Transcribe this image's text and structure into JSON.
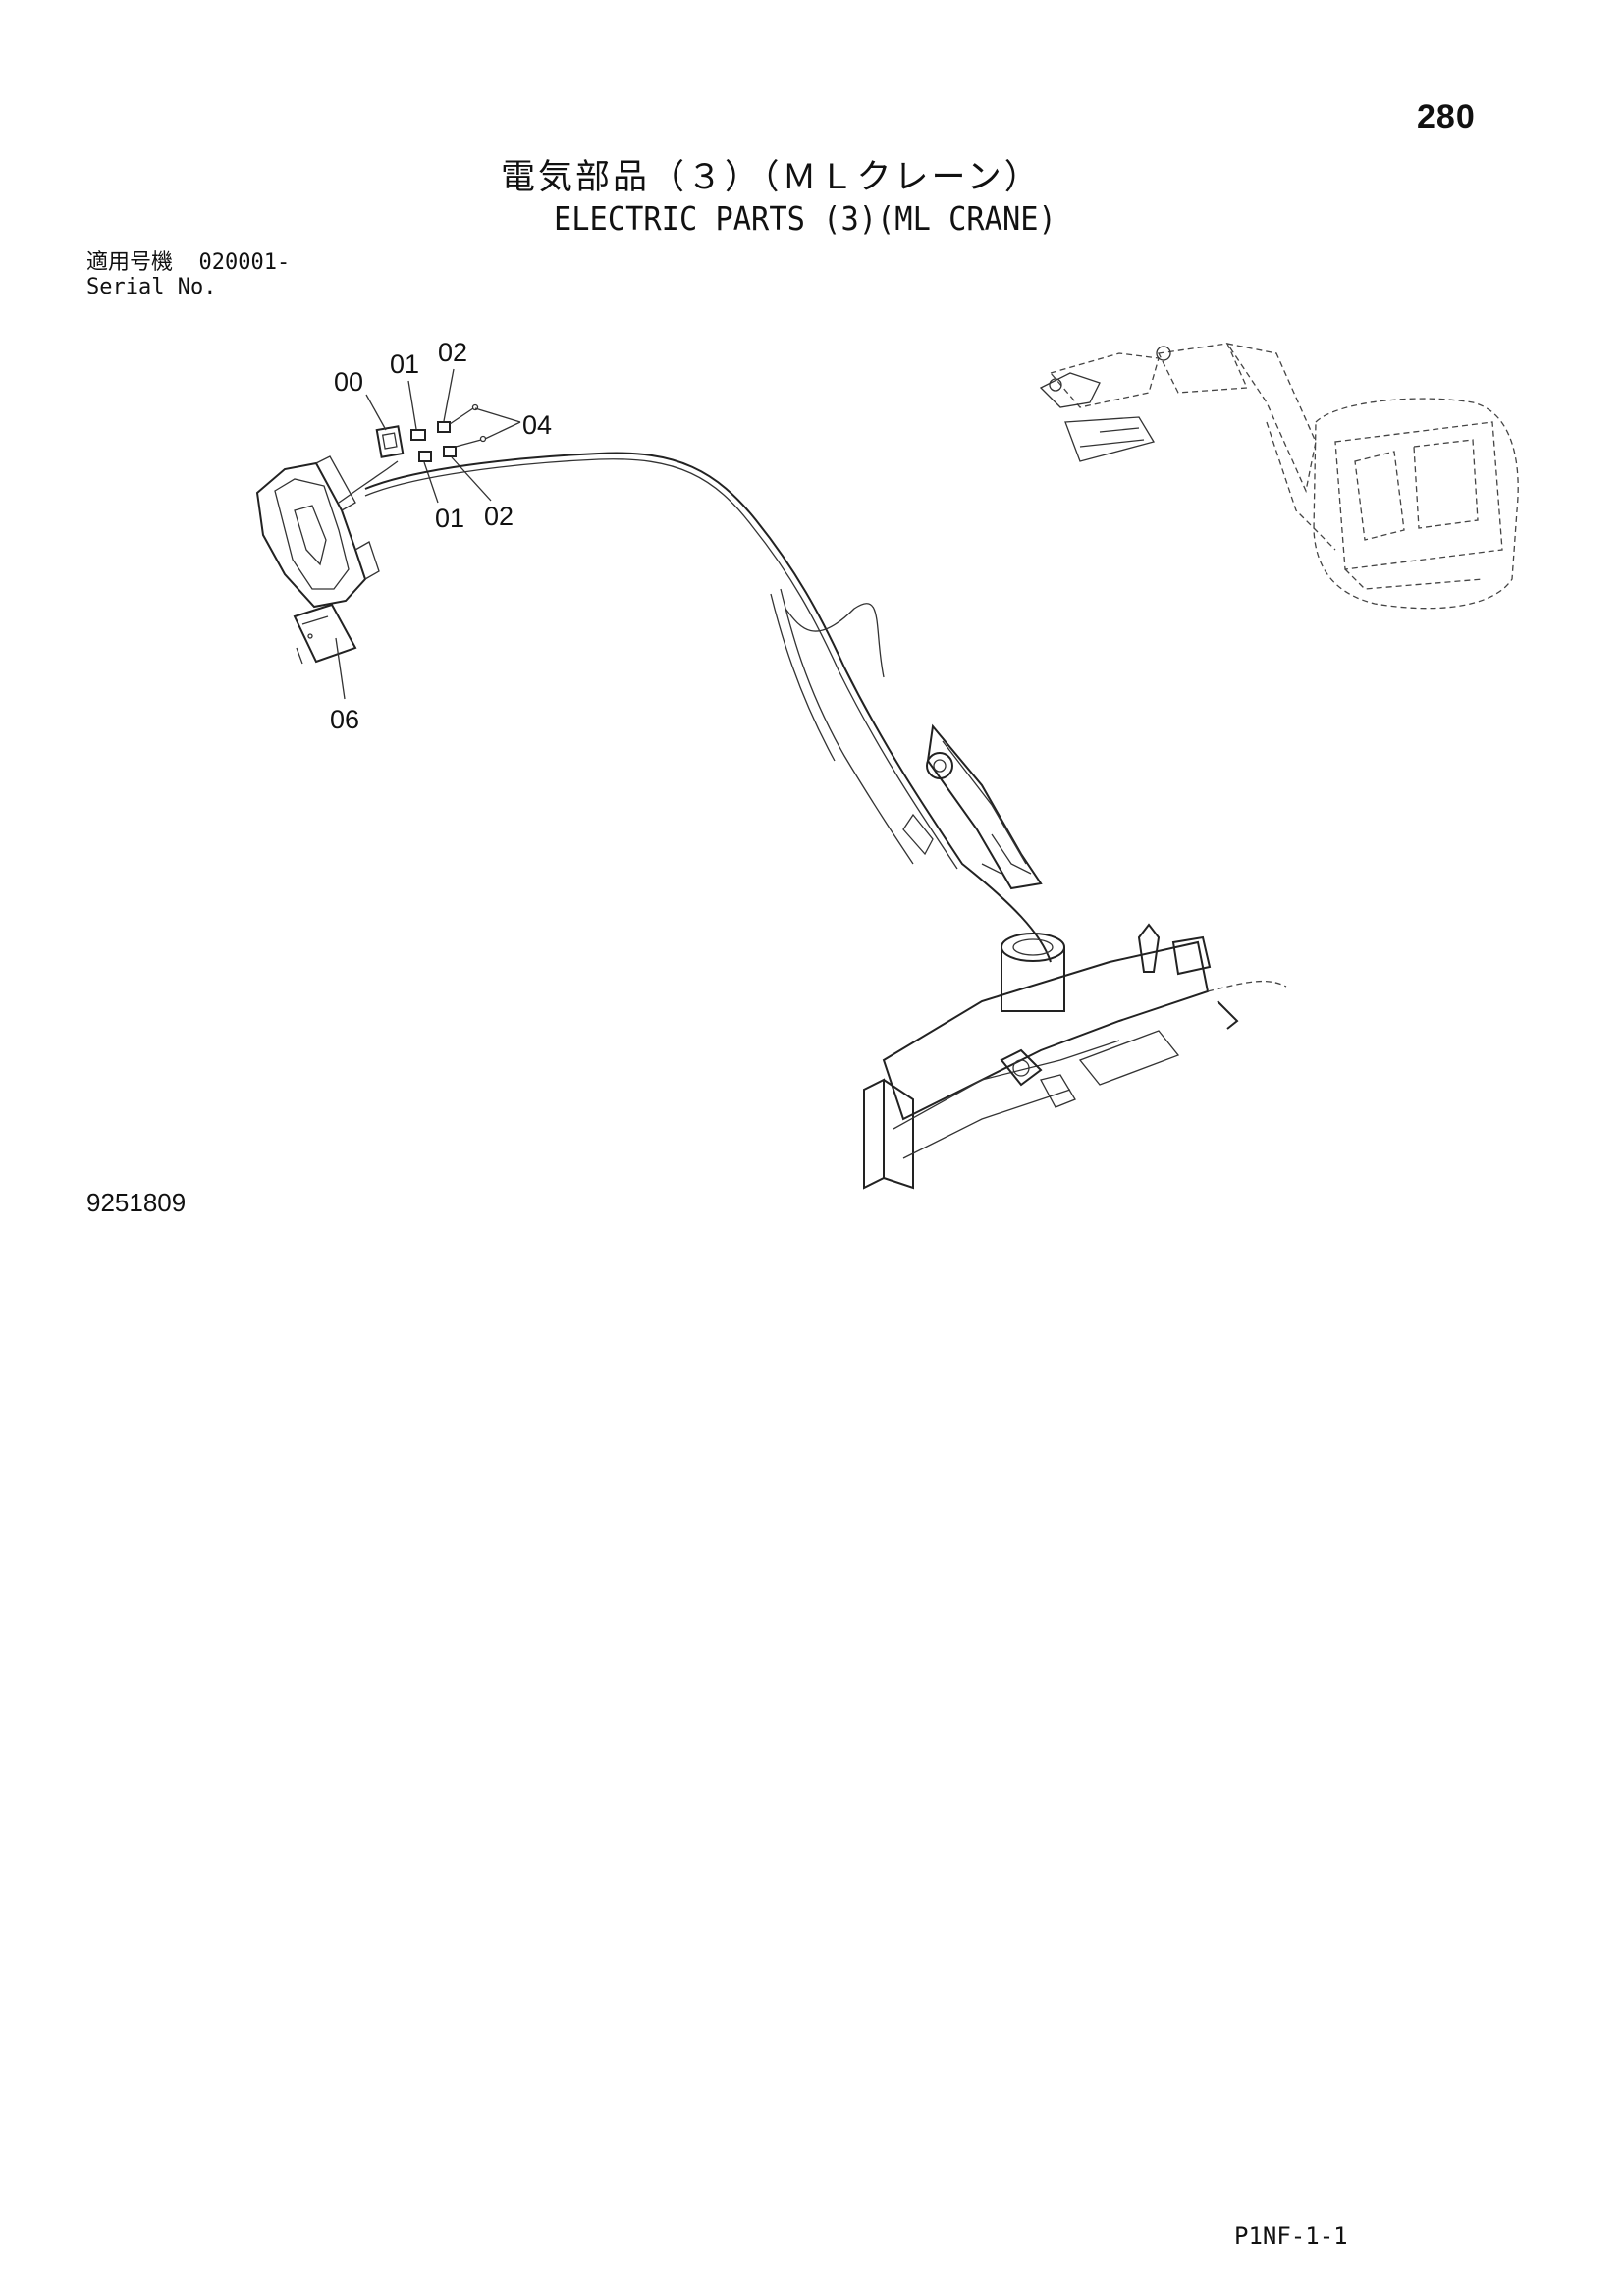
{
  "page": {
    "page_number": "280",
    "title_jp": "電気部品（３）（ＭＬクレーン）",
    "title_en": "ELECTRIC PARTS (3)(ML CRANE)",
    "serial_label_jp": "適用号機",
    "serial_value": "020001-",
    "serial_label_en": "Serial No.",
    "drawing_number": "9251809",
    "footer_code": "P1NF-1-1"
  },
  "diagram": {
    "callouts": [
      "00",
      "01",
      "02",
      "04",
      "01",
      "02",
      "06"
    ]
  }
}
